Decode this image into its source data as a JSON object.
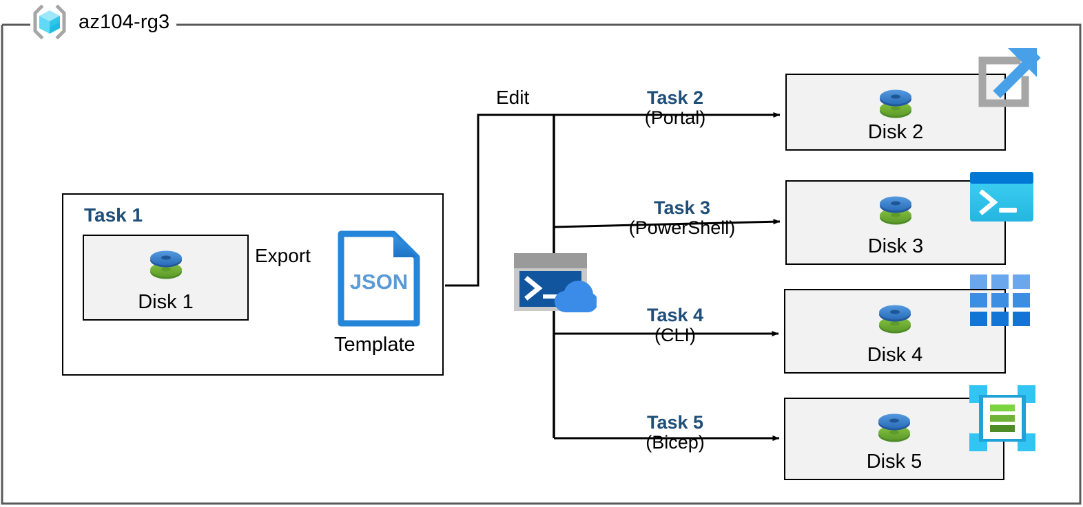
{
  "diagram": {
    "title": "az104-rg3",
    "resource_group": {
      "name": "az104-rg3",
      "icon": "resource-group-cube-icon"
    },
    "colors": {
      "task_label": "#1F4E79",
      "box_fill": "#f2f2f2",
      "box_border": "#000000",
      "frame_border": "#595959",
      "json_blue": "#2585D9",
      "json_text": "#5B9BD5",
      "disk_top": "#3A80D2",
      "disk_bottom": "#72B043",
      "powershell_cyan": "#31C7F1",
      "powershell_titlebar": "#0078D4",
      "cli_blue": "#2380DB",
      "bicep_cyan": "#32C5F4",
      "bicep_green": "#7DC242",
      "cloudshell_gray": "#9A9A9A",
      "cloudshell_terminal": "#11559E",
      "cloudshell_cloud": "#3B8CE8",
      "portal_gray": "#A6A6A6",
      "portal_arrow": "#48A0E8"
    },
    "task1": {
      "label": "Task 1",
      "source": {
        "caption": "Disk 1",
        "icon": "disk-icon"
      },
      "export_label": "Export",
      "template": {
        "icon": "json-file-icon",
        "file_type": "JSON",
        "caption": "Template"
      }
    },
    "edit_label": "Edit",
    "cloud_shell": {
      "icon": "cloud-shell-icon",
      "prompt": ">_"
    },
    "tasks": [
      {
        "label": "Task 2",
        "tool": "(Portal)",
        "caption": "Disk 2",
        "icon": "portal-icon",
        "disk_icon": "disk-icon"
      },
      {
        "label": "Task 3",
        "tool": "(PowerShell)",
        "caption": "Disk 3",
        "icon": "powershell-icon",
        "disk_icon": "disk-icon"
      },
      {
        "label": "Task 4",
        "tool": "(CLI)",
        "caption": "Disk 4",
        "icon": "cli-icon",
        "disk_icon": "disk-icon"
      },
      {
        "label": "Task 5",
        "tool": "(Bicep)",
        "caption": "Disk 5",
        "icon": "bicep-icon",
        "disk_icon": "disk-icon"
      }
    ]
  }
}
